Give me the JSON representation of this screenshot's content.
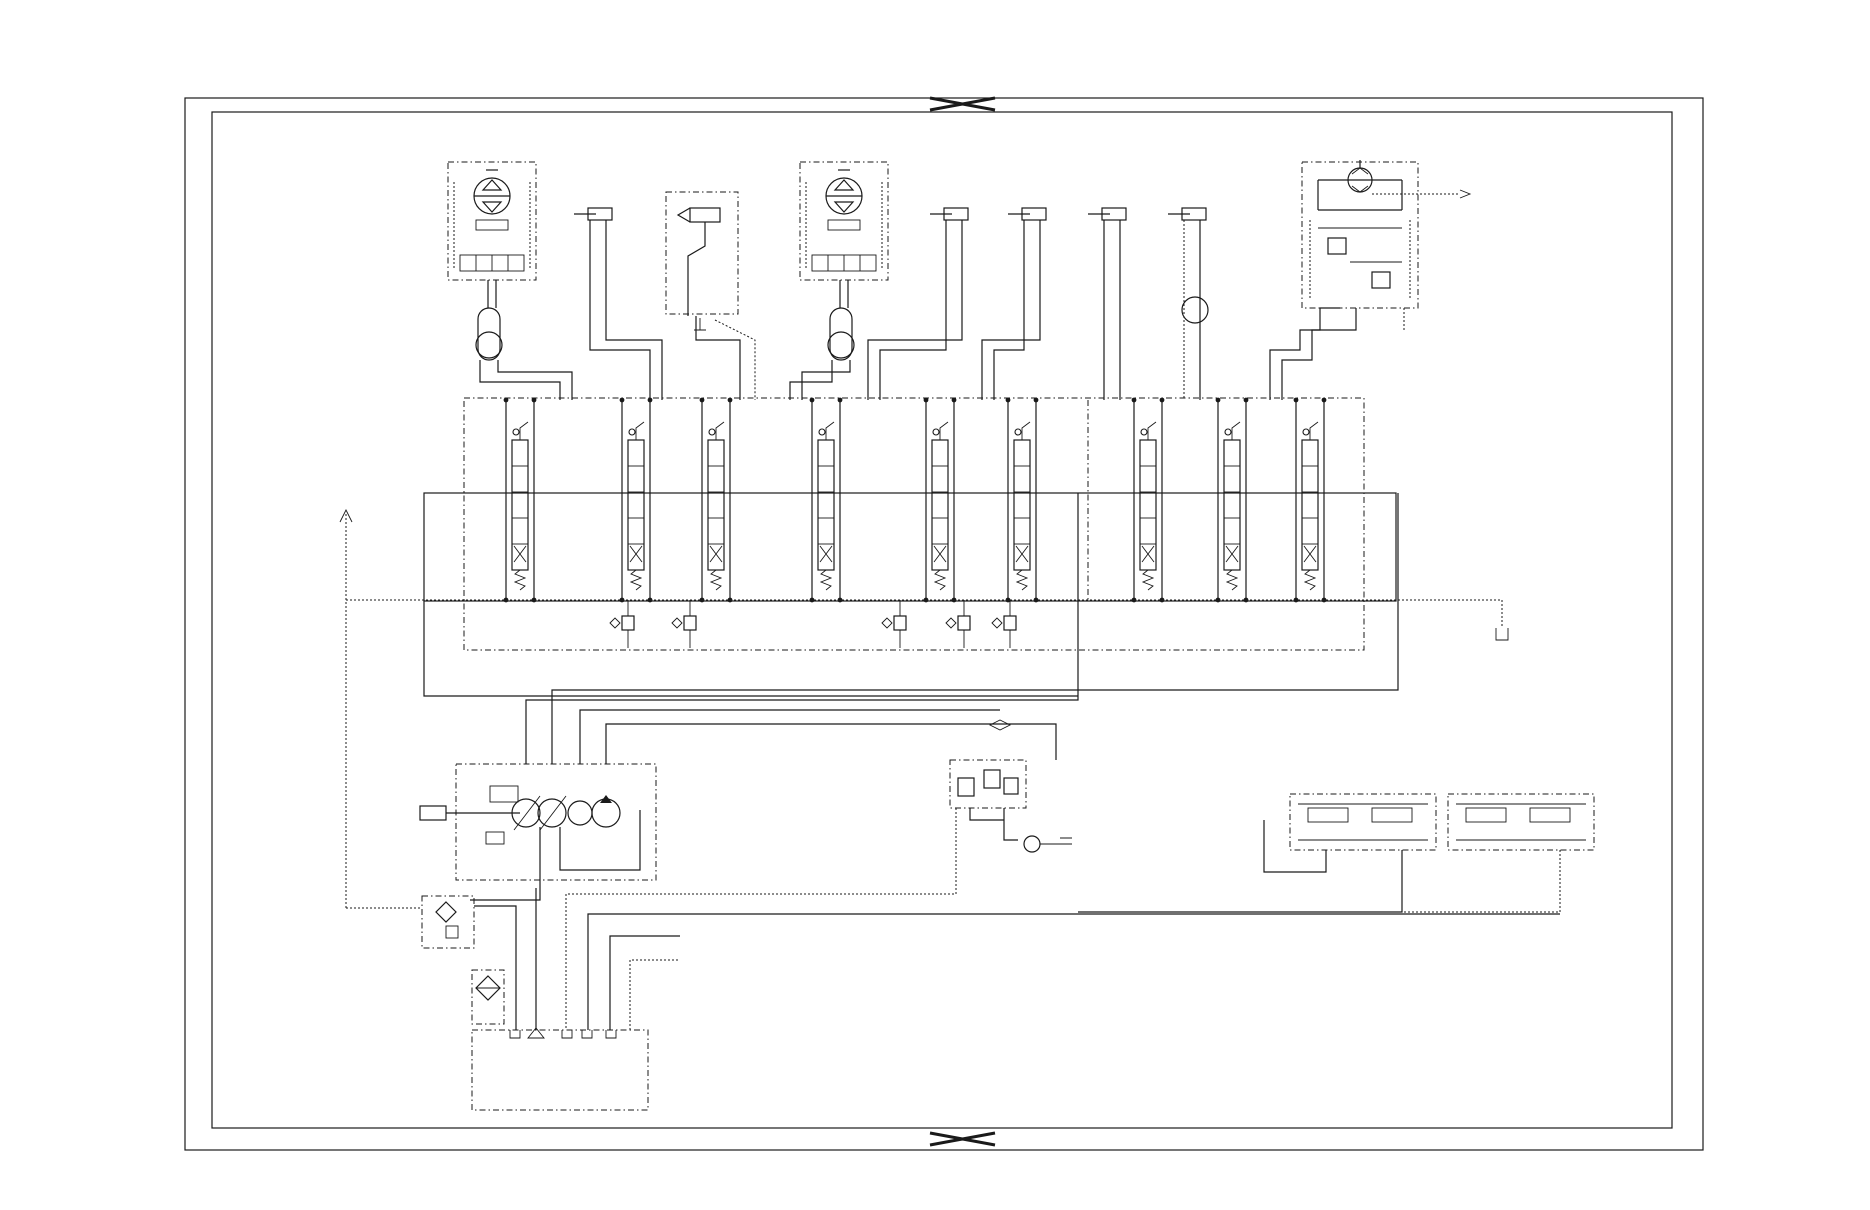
{
  "diagram": {
    "type": "hydraulic-schematic",
    "text_labels": [],
    "colors": {
      "line": "#1a1a1a",
      "background": "#ffffff"
    },
    "spool_count": 9,
    "remote_cylinder_count": 5,
    "pump_count": 4
  }
}
